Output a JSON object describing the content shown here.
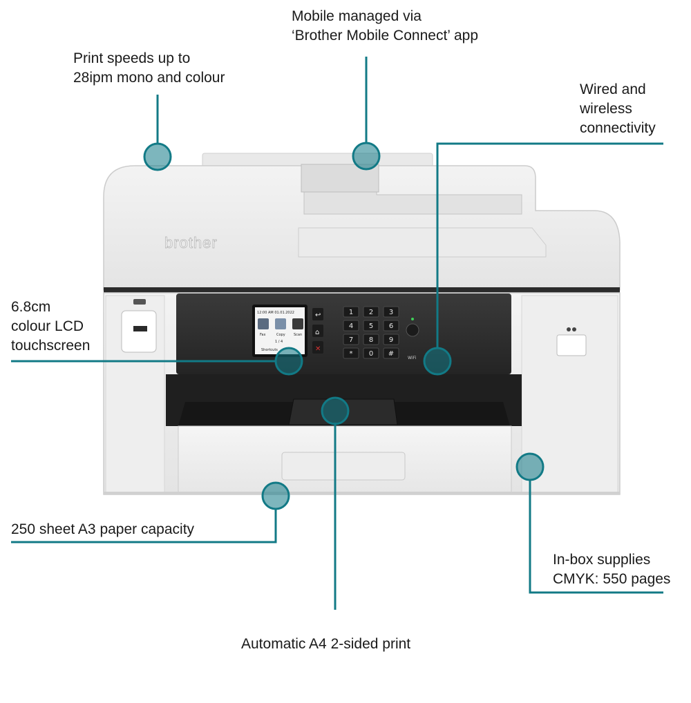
{
  "brand": "brother",
  "accent_color": "#127a86",
  "callouts": {
    "print_speed": [
      "Print speeds up to",
      "28ipm mono and colour"
    ],
    "mobile": [
      "Mobile managed via",
      "‘Brother Mobile Connect’ app"
    ],
    "connectivity": [
      "Wired and",
      "wireless",
      "connectivity"
    ],
    "lcd": [
      "6.8cm",
      "colour LCD",
      "touchscreen"
    ],
    "paper": [
      "250 sheet A3 paper capacity"
    ],
    "supplies": [
      "In-box supplies",
      "CMYK: 550 pages"
    ],
    "duplex": [
      "Automatic A4 2-sided print"
    ]
  },
  "lcd_screen": {
    "status": "12:00 AM 01.01.2022",
    "icons": [
      "Fax",
      "Copy",
      "Scan"
    ],
    "page": "1 / 4",
    "shortcuts": "Shortcuts"
  },
  "keypad": [
    "1",
    "2",
    "3",
    "4",
    "5",
    "6",
    "7",
    "8",
    "9",
    "*",
    "0",
    "#"
  ],
  "wifi_label": "WiFi"
}
